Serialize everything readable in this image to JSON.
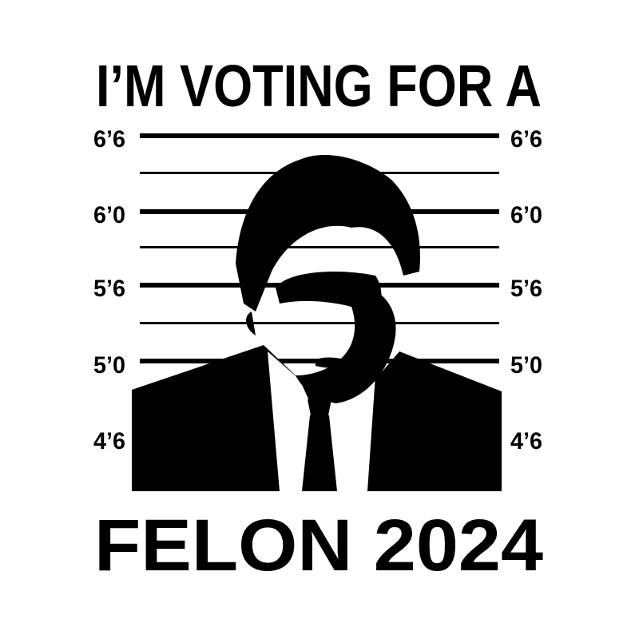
{
  "poster": {
    "headline_top": "I’M VOTING FOR A",
    "headline_bottom": "FELON 2024",
    "ink_color": "#000000",
    "background_color": "#ffffff",
    "height_chart": {
      "labels": [
        "6’6",
        "6’0",
        "5’6",
        "5’0",
        "4’6"
      ]
    }
  }
}
